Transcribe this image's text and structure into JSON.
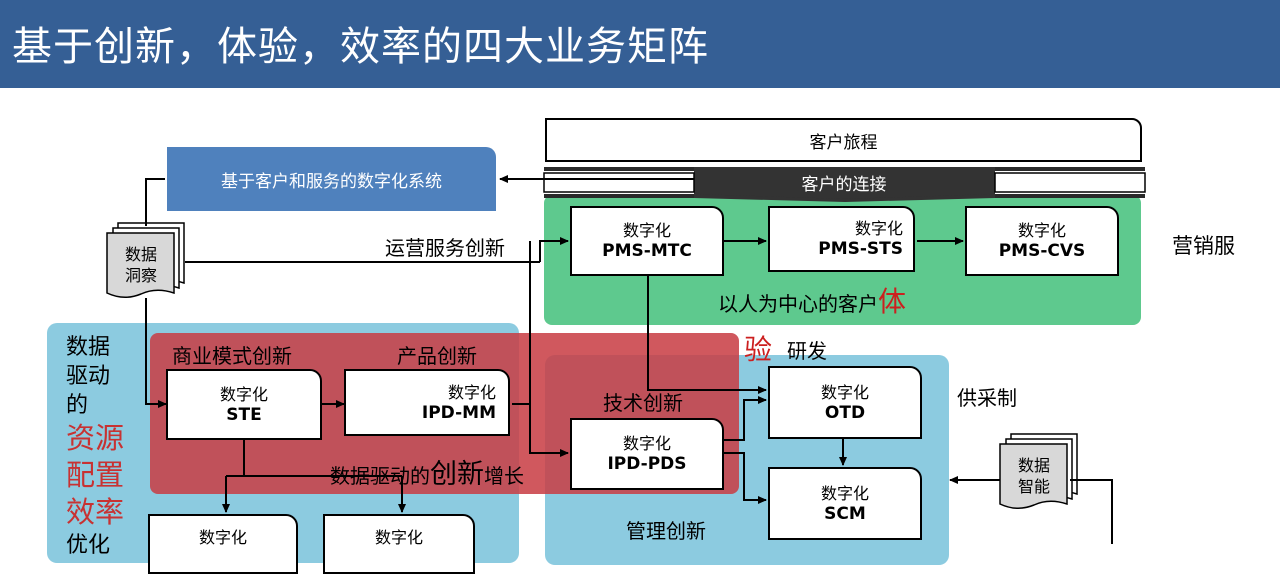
{
  "header": {
    "title": "基于创新，体验，效率的四大业务矩阵"
  },
  "journey": {
    "label": "客户旅程",
    "connection_label": "客户的连接"
  },
  "system_box": {
    "label": "基于客户和服务的数字化系统"
  },
  "data_insight": {
    "line1": "数据",
    "line2": "洞察"
  },
  "data_intelligence": {
    "line1": "数据",
    "line2": "智能"
  },
  "arrow_labels": {
    "ops_innovation": "运营服务创新"
  },
  "green_region": {
    "side_label": "营销服",
    "center_label": "以人为中心的客户",
    "red_char": "体",
    "boxes": [
      {
        "line1": "数字化",
        "line2": "PMS-MTC"
      },
      {
        "line1": "数字化",
        "line2": "PMS-STS"
      },
      {
        "line1": "数字化",
        "line2": "PMS-CVS"
      }
    ]
  },
  "red_region": {
    "label_business_model": "商业模式创新",
    "label_product": "产品创新",
    "bottom_prefix": "数据驱动的",
    "bottom_big": "创新",
    "bottom_suffix": "增长",
    "boxes": [
      {
        "line1": "数字化",
        "line2": "STE"
      },
      {
        "line1": "数字化",
        "line2": "IPD-MM"
      }
    ]
  },
  "blue_region_right": {
    "red_char": "验",
    "rnd_label": "研发",
    "supply_label": "供采制",
    "tech_label": "技术创新",
    "mgmt_label": "管理创新",
    "boxes": [
      {
        "line1": "数字化",
        "line2": "IPD-PDS"
      },
      {
        "line1": "数字化",
        "line2": "OTD"
      },
      {
        "line1": "数字化",
        "line2": "SCM"
      }
    ]
  },
  "blue_region_left": {
    "text_lines": [
      "数据",
      "驱动",
      "的"
    ],
    "red_lines": [
      "资源",
      "配置",
      "效率"
    ],
    "cut_line": "优化",
    "bottom_boxes": [
      {
        "line1": "数字化"
      },
      {
        "line1": "数字化"
      }
    ]
  },
  "colors": {
    "header_bg": "#355f95",
    "system_box_bg": "#4f81bd",
    "green_region": "#5ec98e",
    "light_blue_region": "#8ccbe0",
    "red_region": "#c83c44",
    "red_text": "#cc1f1f"
  }
}
